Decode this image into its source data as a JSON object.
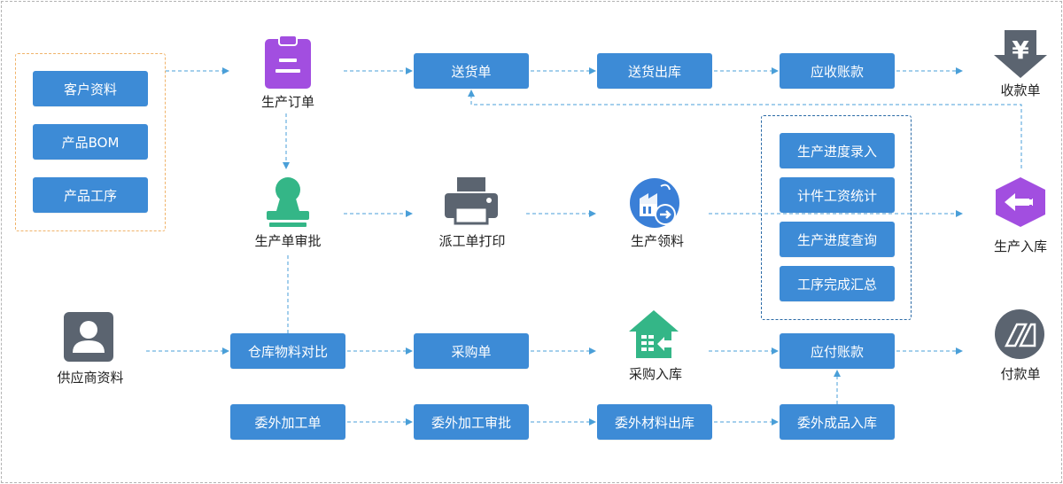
{
  "colors": {
    "box_blue": "#3d8bd6",
    "arrow_blue": "#4a9fd8",
    "group_border_orange": "#f0b36a",
    "process_border_navy": "#2a6aa6",
    "icon_purple": "#a24ee0",
    "icon_green": "#34b687",
    "icon_slate": "#5b6470",
    "icon_blue": "#3a7fd7"
  },
  "left_group": {
    "items": [
      {
        "label": "客户资料"
      },
      {
        "label": "产品BOM"
      },
      {
        "label": "产品工序"
      }
    ]
  },
  "nodes": {
    "production_order": {
      "label": "生产订单",
      "icon": "clipboard-icon"
    },
    "delivery_note": {
      "label": "送货单"
    },
    "delivery_outbound": {
      "label": "送货出库"
    },
    "accounts_receivable": {
      "label": "应收账款"
    },
    "receipt": {
      "label": "收款单",
      "icon": "yen-download-icon"
    },
    "production_approval": {
      "label": "生产单审批",
      "icon": "stamp-icon"
    },
    "dispatch_print": {
      "label": "派工单打印",
      "icon": "printer-icon"
    },
    "material_requisition": {
      "label": "生产领料",
      "icon": "factory-arrow-icon"
    },
    "production_inbound": {
      "label": "生产入库",
      "icon": "inbound-arrow-icon"
    },
    "supplier_info": {
      "label": "供应商资料",
      "icon": "person-icon"
    },
    "warehouse_compare": {
      "label": "仓库物料对比"
    },
    "purchase_order": {
      "label": "采购单"
    },
    "purchase_inbound": {
      "label": "采购入库",
      "icon": "house-inbound-icon"
    },
    "accounts_payable": {
      "label": "应付账款"
    },
    "payment": {
      "label": "付款单",
      "icon": "payment-card-icon"
    },
    "outsource_order": {
      "label": "委外加工单"
    },
    "outsource_approval": {
      "label": "委外加工审批"
    },
    "outsource_material_out": {
      "label": "委外材料出库"
    },
    "outsource_product_in": {
      "label": "委外成品入库"
    }
  },
  "process_group": {
    "items": [
      {
        "label": "生产进度录入"
      },
      {
        "label": "计件工资统计"
      },
      {
        "label": "生产进度查询"
      },
      {
        "label": "工序完成汇总"
      }
    ]
  }
}
